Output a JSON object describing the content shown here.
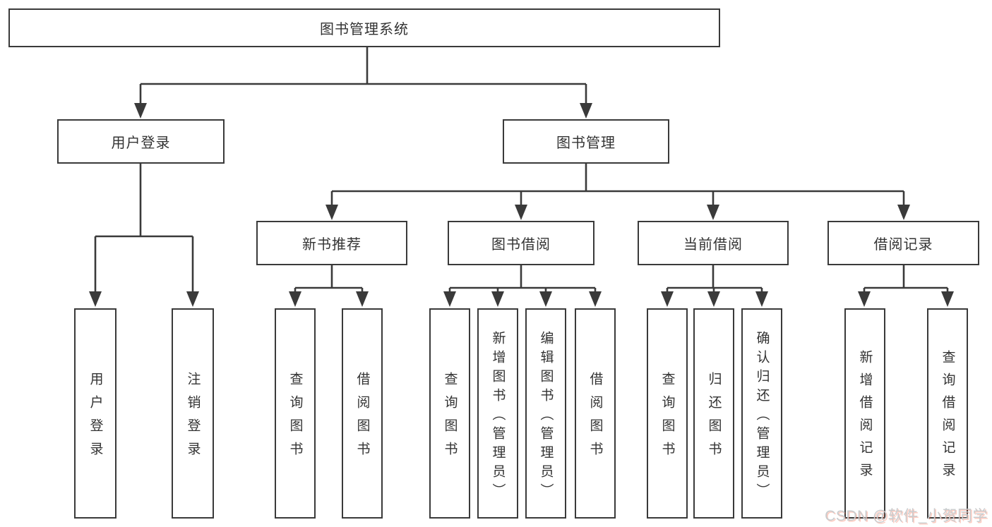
{
  "nodes": {
    "root": "图书管理系统",
    "user_login": "用户登录",
    "book_mgmt": "图书管理",
    "new_books": "新书推荐",
    "book_borrow": "图书借阅",
    "current_borrow": "当前借阅",
    "borrow_records": "借阅记录"
  },
  "leaves": {
    "user_login": [
      "用户登录",
      "注销登录"
    ],
    "new_books": [
      "查询图书",
      "借阅图书"
    ],
    "book_borrow": [
      "查询图书",
      "新增图书（管理员）",
      "编辑图书（管理员）",
      "借阅图书"
    ],
    "current_borrow": [
      "查询图书",
      "归还图书",
      "确认归还（管理员）"
    ],
    "borrow_records": [
      "新增借阅记录",
      "查询借阅记录"
    ]
  },
  "watermark": "CSDN @软件_小贺同学",
  "colors": {
    "line": "#3a3a3a",
    "box_border": "#3a3a3a",
    "text": "#333333",
    "background": "#ffffff",
    "watermark_gray": "#c9ccce",
    "watermark_accent": "#fc5531"
  }
}
